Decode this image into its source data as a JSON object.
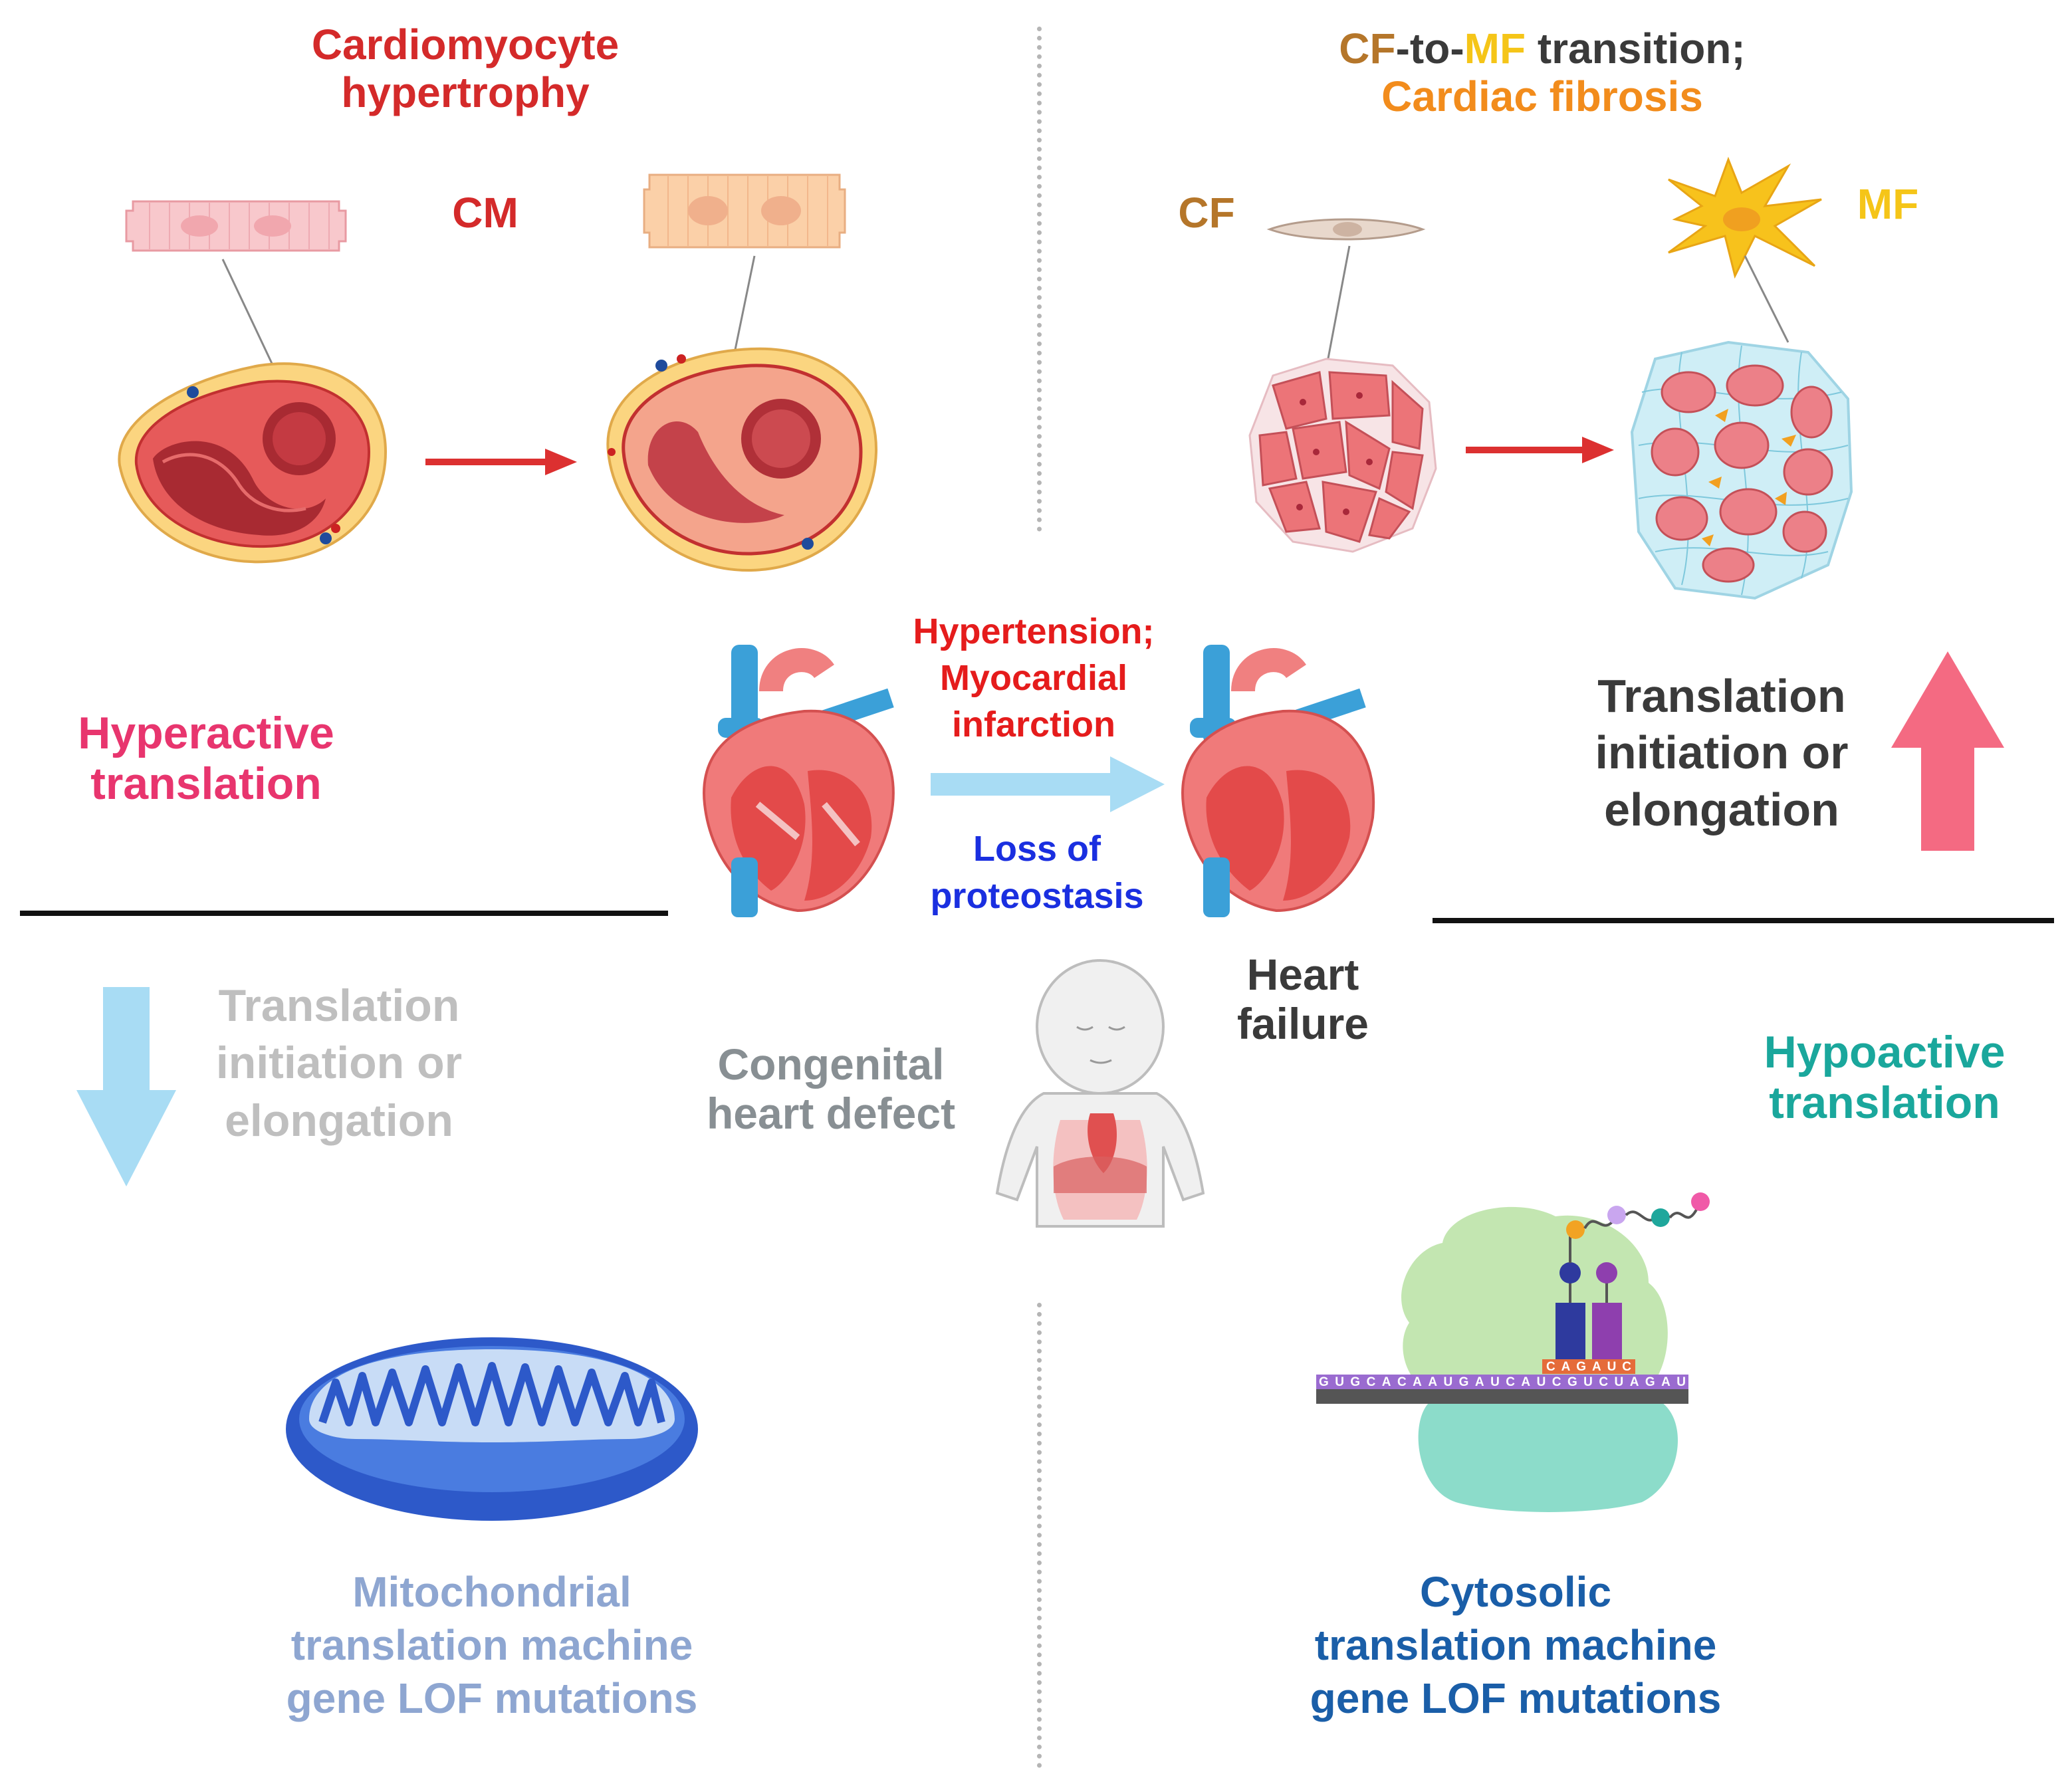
{
  "quadrants": {
    "top_left": {
      "title_line1": "Cardiomyocyte",
      "title_line2": "hypertrophy",
      "cell_label": "CM"
    },
    "top_right": {
      "title_cf": "CF",
      "title_mid": "-to-",
      "title_mf": "MF",
      "title_rest": " transition;",
      "title_line2": "Cardiac fibrosis",
      "cf_label": "CF",
      "mf_label": "MF"
    },
    "bottom_left": {
      "caption_line1": "Mitochondrial",
      "caption_line2": "translation machine",
      "caption_line3": "gene LOF mutations"
    },
    "bottom_right": {
      "caption_line1": "Cytosolic",
      "caption_line2": "translation machine",
      "caption_line3": "gene LOF mutations",
      "mrna_sequence": "GUGCACAAUGAUCAUCGUCUAGAU",
      "trna_anticodons": "CAGAUC"
    }
  },
  "side_labels": {
    "hyperactive_line1": "Hyperactive",
    "hyperactive_line2": "translation",
    "hypoactive_line1": "Hypoactive",
    "hypoactive_line2": "translation",
    "up_line1": "Translation",
    "up_line2": "initiation or",
    "up_line3": "elongation",
    "down_line1": "Translation",
    "down_line2": "initiation or",
    "down_line3": "elongation"
  },
  "center": {
    "cause_line1": "Hypertension;",
    "cause_line2": "Myocardial",
    "cause_line3": "infarction",
    "loss_line1": "Loss of",
    "loss_line2": "proteostasis",
    "hf_line1": "Heart",
    "hf_line2": "failure",
    "chd_line1": "Congenital",
    "chd_line2": "heart defect"
  },
  "colors": {
    "cm_red": "#d42a2a",
    "cf_brown": "#b5762a",
    "mf_yellow": "#f5c518",
    "fibrosis_orange": "#f28c1c",
    "hyperactive_pink": "#e8356e",
    "hypoactive_teal": "#1aa79c",
    "cause_red": "#e51c1c",
    "loss_blue": "#1a2fe0",
    "dark_text": "#3a3a3a",
    "gray_text": "#888f93",
    "light_gray_text": "#bfbfbf",
    "mito_caption": "#8ea6d1",
    "cyto_caption": "#1a5ea8",
    "up_arrow": "#f46a82",
    "down_arrow": "#a8dcf4",
    "center_arrow": "#a8dcf4"
  },
  "icons": [
    "cardiomyocyte-icon",
    "heart-cross-section-icon",
    "fibroblast-icon",
    "myofibroblast-icon",
    "tissue-icon",
    "heart-icon",
    "infant-icon",
    "mitochondrion-icon",
    "ribosome-icon"
  ]
}
